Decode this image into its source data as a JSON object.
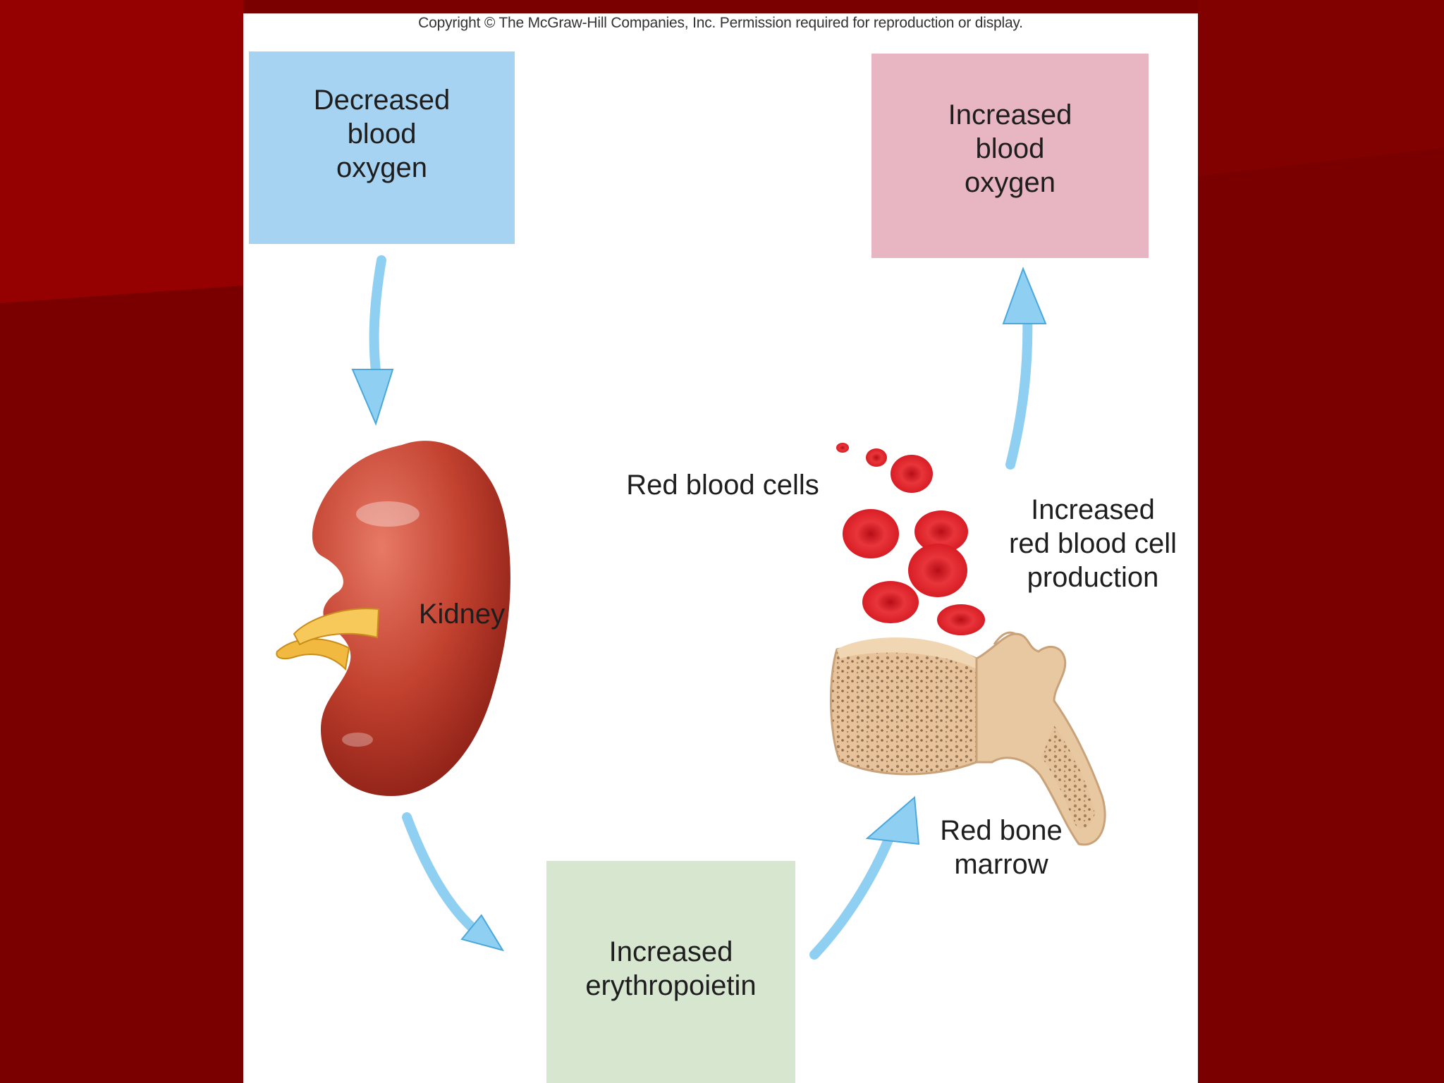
{
  "slide": {
    "background_color": "#7a0000",
    "band_color": "#950000"
  },
  "figure": {
    "copyright": "Copyright © The McGraw-Hill Companies, Inc. Permission required for reproduction or display.",
    "colors": {
      "low_oxygen_box": "#a6d3f2",
      "high_oxygen_box": "#e8b6c3",
      "epo_box": "#d6e6cf",
      "arrow": "#8fd0f2",
      "kidney": "#b8392d",
      "ureter": "#f2b941",
      "bone": "#e8c8a0",
      "red_blood_cell": "#e0242c"
    },
    "boxes": {
      "decreased_oxygen": [
        "Decreased",
        "blood",
        "oxygen"
      ],
      "increased_oxygen": [
        "Increased",
        "blood",
        "oxygen"
      ],
      "increased_epo": [
        "Increased",
        "erythropoietin"
      ]
    },
    "labels": {
      "kidney": "Kidney",
      "red_blood_cells": "Red blood cells",
      "rbc_production": [
        "Increased",
        "red blood cell",
        "production"
      ],
      "bone_marrow": [
        "Red bone",
        "marrow"
      ]
    },
    "icons": [
      "kidney-illustration",
      "red-blood-cells-illustration",
      "vertebra-bone-marrow-illustration",
      "curved-arrow-icon"
    ]
  }
}
